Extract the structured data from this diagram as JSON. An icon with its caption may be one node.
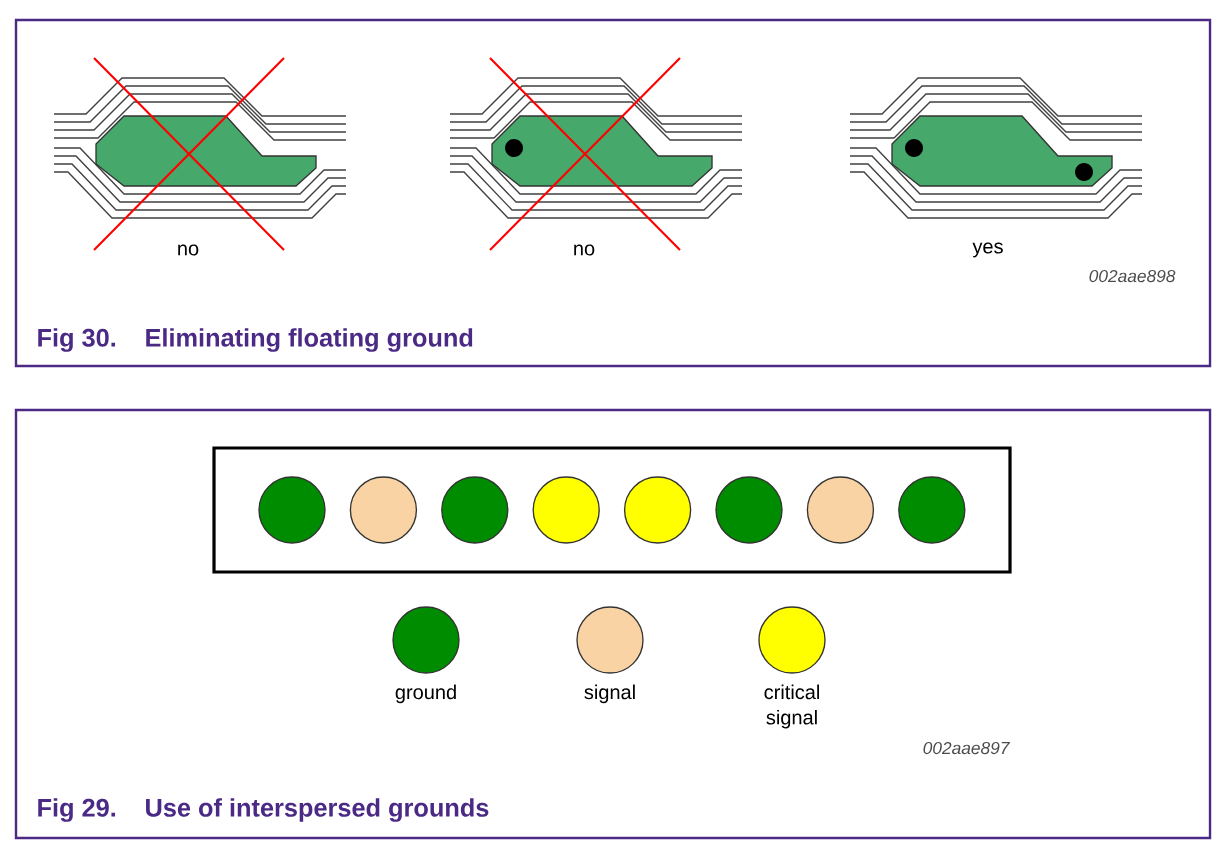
{
  "diagram": {
    "labels": [
      "no",
      "no",
      "yes",
      "002aae898",
      "Fig 30.",
      "Eliminating floating ground",
      "002aae897",
      "Fig 29.",
      "Use of interspersed grounds"
    ],
    "legend": [
      {
        "text": "ground",
        "color": "#008c00"
      },
      {
        "text": "signal",
        "color": "#f9d3a3"
      },
      {
        "text": "critical signal",
        "color": "#ffff00"
      }
    ]
  }
}
